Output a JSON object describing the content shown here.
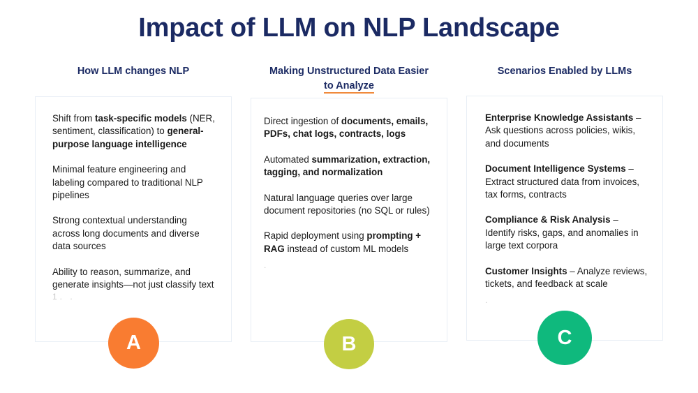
{
  "slide": {
    "title": "Impact of LLM on NLP Landscape",
    "title_color": "#1b2a63",
    "background": "#ffffff"
  },
  "columns": [
    {
      "id": "how-llm-changes-nlp",
      "heading": "How LLM changes NLP",
      "heading_has_spellcheck_underline": false,
      "badge": {
        "letter": "A",
        "color": "#F97C31"
      },
      "paragraphs": [
        {
          "runs": [
            {
              "text": "Shift from ",
              "bold": false
            },
            {
              "text": "task-specific models",
              "bold": true
            },
            {
              "text": " (NER, sentiment, classification) to ",
              "bold": false
            },
            {
              "text": "general-purpose language intelligence",
              "bold": true
            }
          ]
        },
        {
          "runs": [
            {
              "text": "Minimal feature engineering and labeling compared to traditional NLP pipelines",
              "bold": false
            }
          ]
        },
        {
          "runs": [
            {
              "text": "Strong contextual understanding across long documents and diverse data sources",
              "bold": false
            }
          ]
        },
        {
          "runs": [
            {
              "text": "Ability to reason, summarize, and generate insights—not just classify text",
              "bold": false
            }
          ]
        }
      ],
      "artifact": "1.  ."
    },
    {
      "id": "making-unstructured-data-easier-to-analyze",
      "heading": "Making Unstructured Data Easier to Analyze",
      "heading_line_1": "Making Unstructured Data Easier",
      "heading_line_2": "to Analyze",
      "heading_has_spellcheck_underline": true,
      "spellcheck_underline_color": "#f08a3c",
      "badge": {
        "letter": "B",
        "color": "#C3CE43"
      },
      "paragraphs": [
        {
          "runs": [
            {
              "text": " Direct ingestion of ",
              "bold": false
            },
            {
              "text": "documents, emails, PDFs, chat logs, contracts, logs",
              "bold": true
            }
          ]
        },
        {
          "runs": [
            {
              "text": "Automated ",
              "bold": false
            },
            {
              "text": "summarization, extraction, tagging, and normalization",
              "bold": true
            }
          ]
        },
        {
          "runs": [
            {
              "text": "Natural language queries over large document repositories (no SQL or rules)",
              "bold": false
            }
          ]
        },
        {
          "runs": [
            {
              "text": "Rapid deployment using ",
              "bold": false
            },
            {
              "text": "prompting + RAG",
              "bold": true
            },
            {
              "text": " instead of custom ML models",
              "bold": false
            }
          ]
        }
      ],
      "artifact": "."
    },
    {
      "id": "scenarios-enabled-by-llms",
      "heading": "Scenarios Enabled by LLMs",
      "heading_has_spellcheck_underline": false,
      "badge": {
        "letter": "C",
        "color": "#0FB97D"
      },
      "paragraphs": [
        {
          "runs": [
            {
              "text": "Enterprise Knowledge Assistants",
              "bold": true
            },
            {
              "text": " – Ask questions across policies, wikis, and documents",
              "bold": false
            }
          ]
        },
        {
          "runs": [
            {
              "text": "Document Intelligence Systems",
              "bold": true
            },
            {
              "text": " – Extract structured data from invoices, tax forms, contracts",
              "bold": false
            }
          ]
        },
        {
          "runs": [
            {
              "text": "Compliance & Risk Analysis",
              "bold": true
            },
            {
              "text": " – Identify risks, gaps, and anomalies in large text corpora",
              "bold": false
            }
          ]
        },
        {
          "runs": [
            {
              "text": "Customer Insights",
              "bold": true
            },
            {
              "text": " – Analyze reviews, tickets, and feedback at scale",
              "bold": false
            }
          ]
        }
      ],
      "artifact": "."
    }
  ]
}
